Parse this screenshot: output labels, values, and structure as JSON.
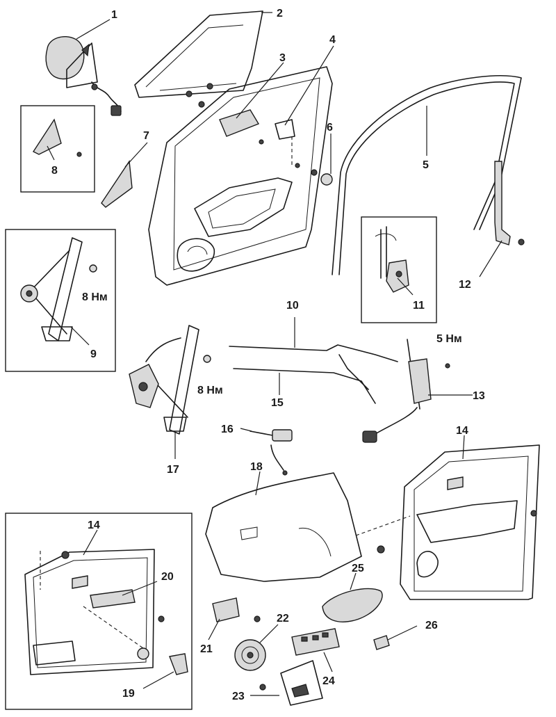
{
  "callouts": {
    "c1": "1",
    "c2": "2",
    "c3": "3",
    "c4": "4",
    "c5": "5",
    "c6": "6",
    "c7": "7",
    "c8": "8",
    "c9": "9",
    "c10": "10",
    "c11": "11",
    "c12": "12",
    "c13": "13",
    "c14a": "14",
    "c14b": "14",
    "c15": "15",
    "c16": "16",
    "c17": "17",
    "c18": "18",
    "c19": "19",
    "c20": "20",
    "c21": "21",
    "c22": "22",
    "c23": "23",
    "c24": "24",
    "c25": "25",
    "c26": "26"
  },
  "torques": {
    "t1": "8 Нм",
    "t2": "8 Нм",
    "t3": "5 Нм"
  }
}
